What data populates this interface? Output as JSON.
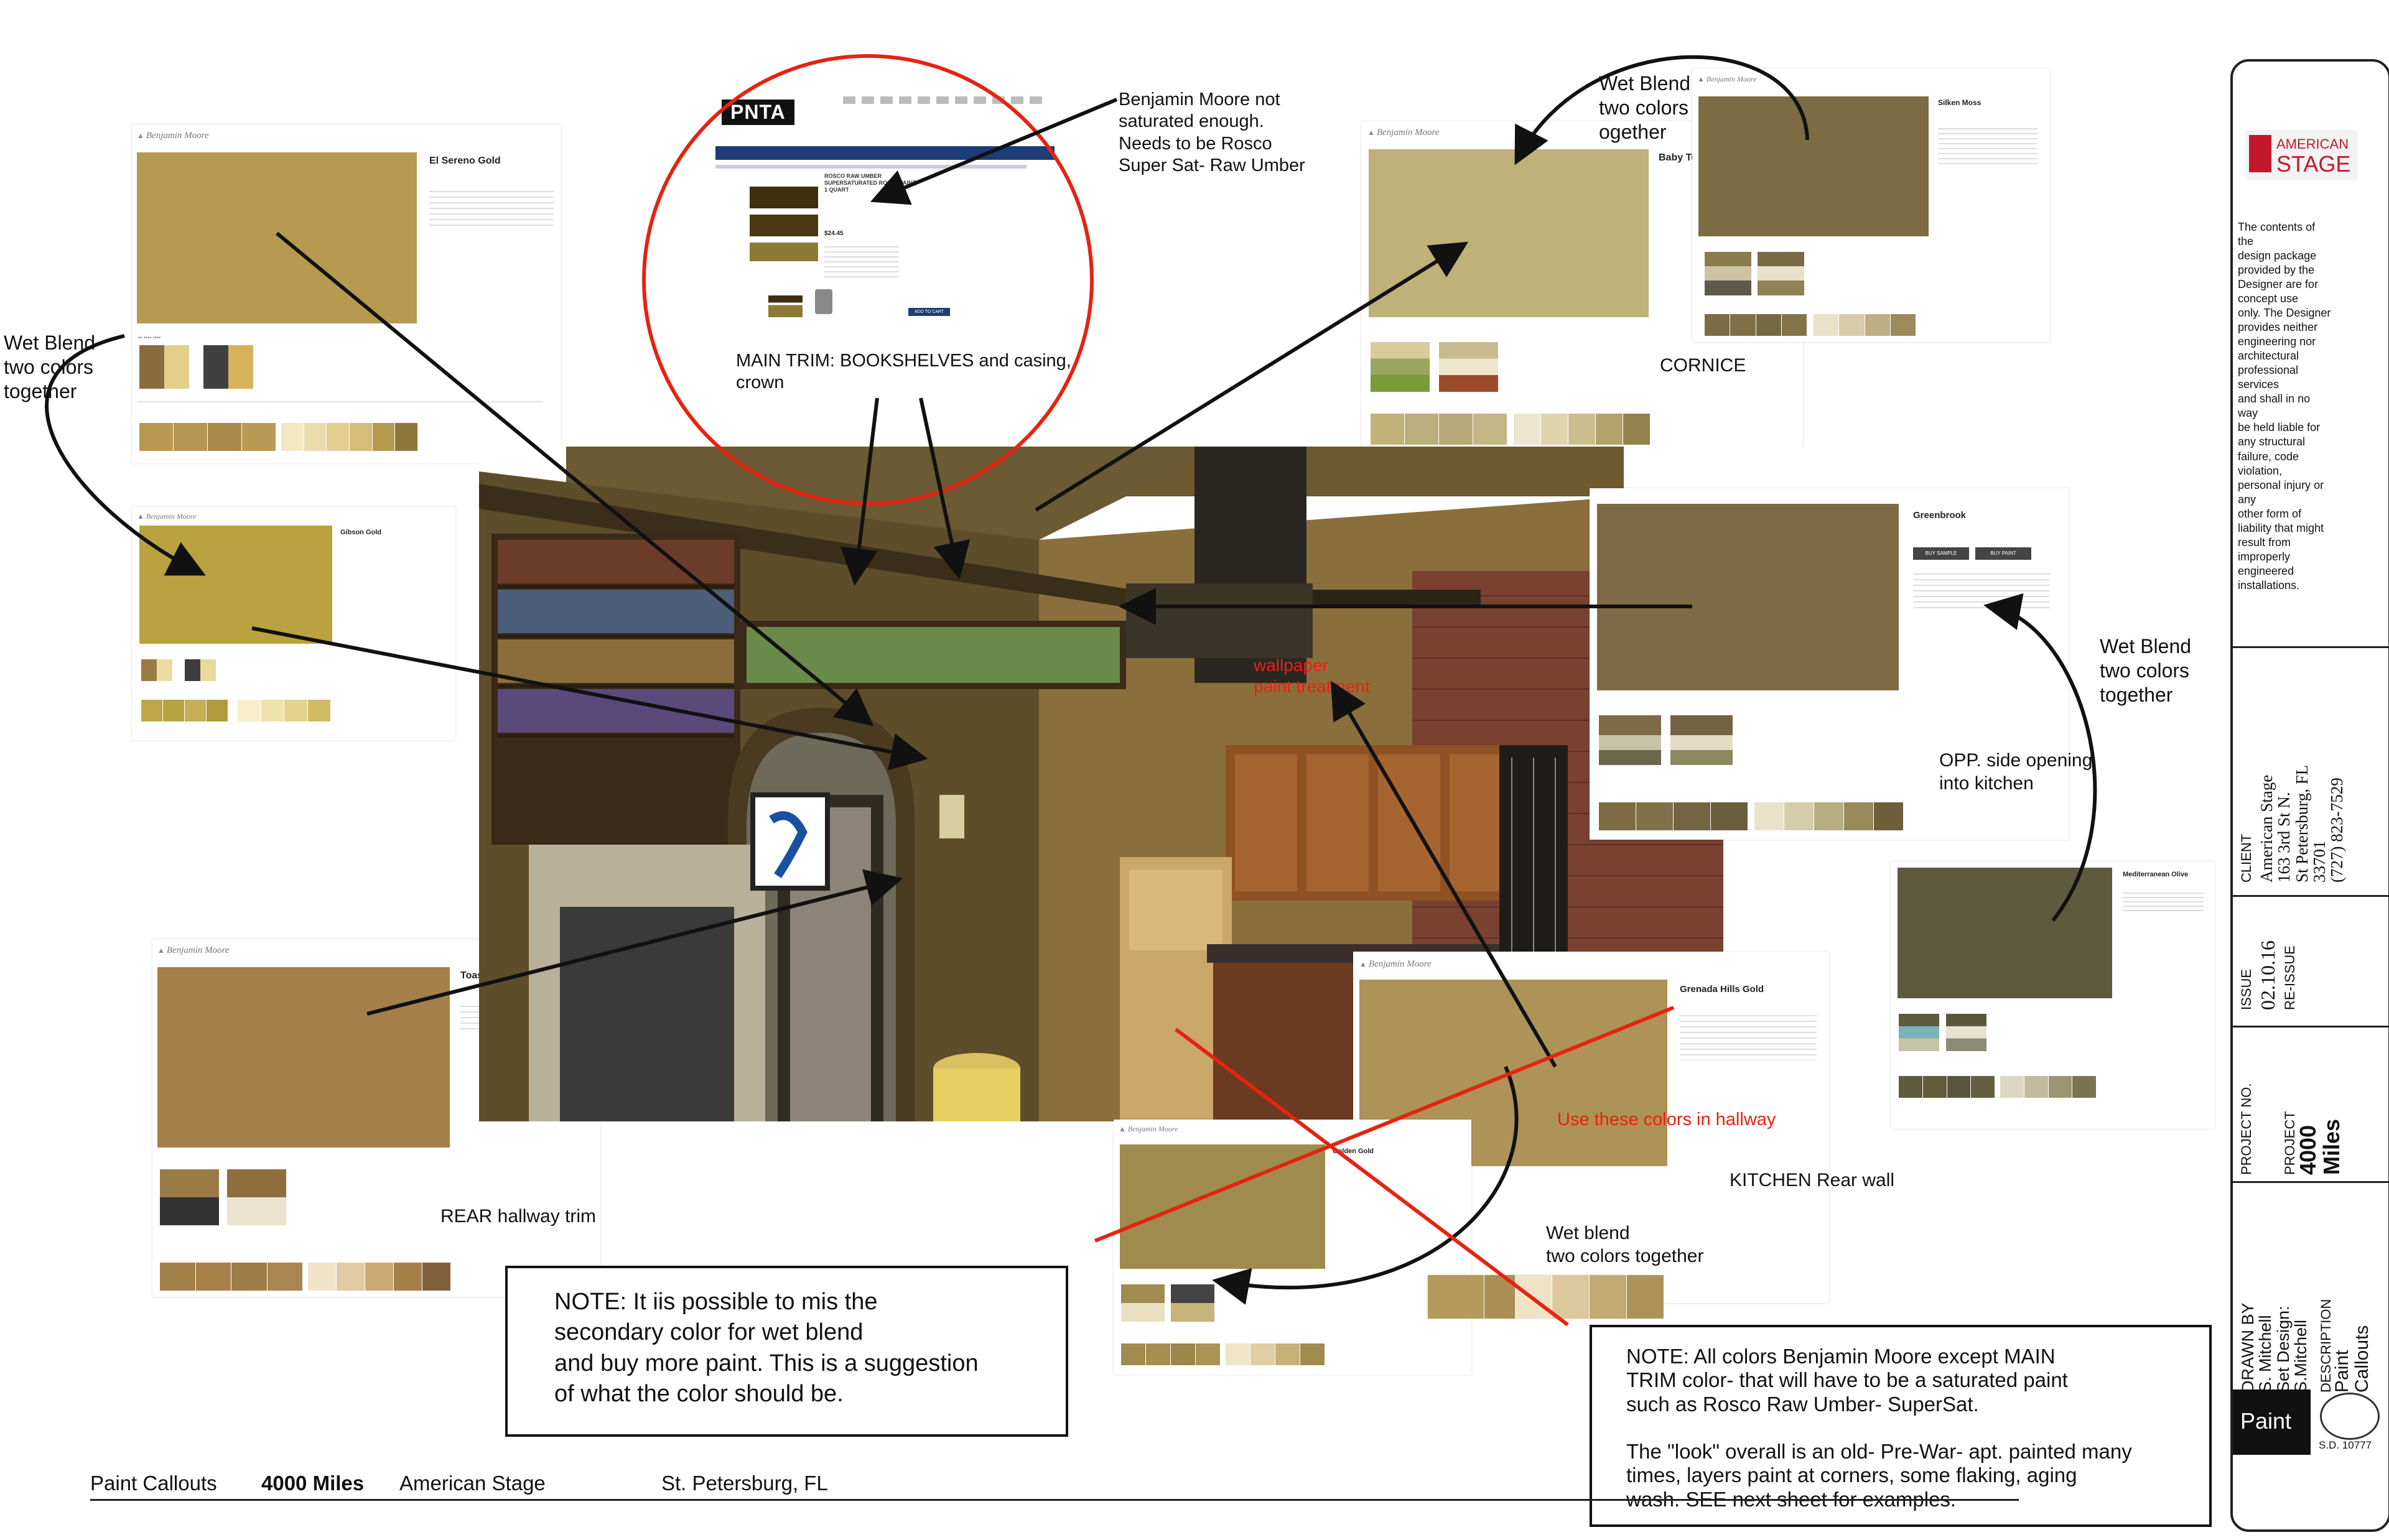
{
  "brand_name": "Benjamin Moore",
  "cards": {
    "el_sereno": {
      "title": "El Sereno Gold",
      "swatch": "#b69a4f"
    },
    "gibson": {
      "title": "Gibson Gold",
      "swatch": "#b9a23f"
    },
    "toasted": {
      "title": "Toasted Marshmallow",
      "swatch": "#a47f4a"
    },
    "baby": {
      "title": "Baby Tur",
      "swatch": "#c0b07a"
    },
    "silken": {
      "title": "Silken Moss",
      "swatch": "#7c6b43"
    },
    "greenbrook": {
      "title": "Greenbrook",
      "swatch": "#7e6b45",
      "btn1": "BUY SAMPLE",
      "btn2": "BUY PAINT"
    },
    "mediterranean": {
      "title": "Mediterranean Olive",
      "swatch": "#5e5a3e"
    },
    "grenada": {
      "title": "Grenada Hills Gold",
      "swatch": "#ad9357"
    },
    "golden": {
      "title": "Golden Gold",
      "swatch": "#a08b4f"
    }
  },
  "pnta": {
    "logo": "PNTA",
    "product": "ROSCO RAW UMBER\nSUPERSATURATED ROSCOPAINT,\n1 QUART",
    "price": "$24.45",
    "cart_button": "ADD TO CART"
  },
  "annotations": {
    "bm_note": "Benjamin Moore not\nsaturated enough.\nNeeds to be Rosco\nSuper Sat- Raw Umber",
    "main_trim": "MAIN TRIM: BOOKSHELVES and casing,\ncrown",
    "wet_top": "Wet Blend\ntwo colors\nogether",
    "cornice": "CORNICE",
    "wet_left": "Wet Blend\ntwo colors\ntogether",
    "wet_right": "Wet Blend\ntwo colors\ntogether",
    "opp_side": "OPP. side opening\ninto kitchen",
    "wallpaper": "wallpaper\npaint treatment",
    "use_colors": "Use these colors in hallway",
    "kitchen_rear": "KITCHEN Rear wall",
    "wet_bottom": "Wet blend\ntwo colors together",
    "rear_hallway": "REAR hallway trim"
  },
  "notes": {
    "note1": "NOTE:  It iis possible to mis the\nsecondary color for wet blend\nand buy more paint. This is a suggestion\nof what the color should be.",
    "note2": "NOTE: All colors Benjamin Moore except MAIN\nTRIM color- that will have to be a saturated paint\nsuch as Rosco Raw Umber- SuperSat.\n\nThe \"look\" overall is an old- Pre-War- apt. painted many\ntimes, layers paint at corners, some flaking, aging\nwash. SEE next sheet for examples."
  },
  "footer": {
    "callouts": "Paint Callouts",
    "show": "4000 Miles",
    "theater": "American Stage",
    "location": "St. Petersburg, FL"
  },
  "titleblock": {
    "logo_line1": "AMERICAN",
    "logo_line2": "STAGE",
    "disclaimer": "The contents of\nthe\ndesign package\nprovided by the\nDesigner are for\nconcept use\nonly. The Designer\nprovides neither\nengineering nor\narchitectural\nprofessional\nservices\nand shall in no\nway\nbe held liable for\nany structural\nfailure, code\nviolation,\npersonal injury or\nany\nother form of\nliability that might\nresult from\nimproperly\nengineered\ninstallations.",
    "client_label": "CLIENT",
    "client": "American Stage\n163 3rd St N.\nSt Petersburg, FL 33701\n(727) 823-7529",
    "issue_label": "ISSUE",
    "issue_date": "02.10.16",
    "reissue": "RE-ISSUE",
    "project_no_label": "PROJECT NO.",
    "project_label": "PROJECT",
    "project": "4000\nMiles",
    "drawn_by": "DRAWN BY\nS. Mitchell\nSet Design:\nS.Mitchell",
    "description_label": "DESCRIPTION",
    "description": "Paint Callouts",
    "sheet_title": "Paint",
    "sd": "S.D. 10777"
  }
}
